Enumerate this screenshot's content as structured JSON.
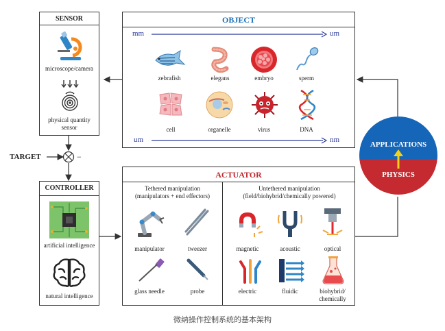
{
  "sensor": {
    "title": "SENSOR",
    "microscope_label": "microscope/camera",
    "physical_label_1": "physical quantity",
    "physical_label_2": "sensor"
  },
  "object": {
    "title": "OBJECT",
    "scale_top_from": "mm",
    "scale_top_to": "um",
    "scale_bottom_from": "um",
    "scale_bottom_to": "nm",
    "items": [
      {
        "label": "zebrafish",
        "icon": "zebrafish-icon"
      },
      {
        "label": "elegans",
        "icon": "worm-icon"
      },
      {
        "label": "embryo",
        "icon": "embryo-icon"
      },
      {
        "label": "sperm",
        "icon": "sperm-icon"
      },
      {
        "label": "cell",
        "icon": "cell-icon"
      },
      {
        "label": "organelle",
        "icon": "organelle-icon"
      },
      {
        "label": "virus",
        "icon": "virus-icon"
      },
      {
        "label": "DNA",
        "icon": "dna-icon"
      }
    ]
  },
  "target_label": "TARGET",
  "minus_sign": "−",
  "controller": {
    "title": "CONTROLLER",
    "ai_label": "artificial intelligence",
    "ni_label": "natural intelligence"
  },
  "actuator": {
    "title": "ACTUATOR",
    "tethered_1": "Tethered manipulation",
    "tethered_2": "(manipulators + end effectors)",
    "untethered_1": "Untethered manipulation",
    "untethered_2": "(field/biohybrid/chemically powered)",
    "tethered_items": [
      {
        "label": "manipulator",
        "icon": "robot-arm-icon"
      },
      {
        "label": "tweezer",
        "icon": "tweezer-icon"
      },
      {
        "label": "glass needle",
        "icon": "needle-icon"
      },
      {
        "label": "probe",
        "icon": "probe-icon"
      }
    ],
    "untethered_items": [
      {
        "label": "magnetic",
        "icon": "magnet-icon"
      },
      {
        "label": "acoustic",
        "icon": "tuning-fork-icon"
      },
      {
        "label": "optical",
        "icon": "laser-icon"
      },
      {
        "label": "electric",
        "icon": "electric-icon"
      },
      {
        "label": "fluidic",
        "icon": "flow-icon"
      },
      {
        "label": "biohybrid/",
        "label2": "chemically",
        "icon": "flask-icon"
      }
    ]
  },
  "circle": {
    "top_label": "APPLICATIONS",
    "bottom_label": "PHYSICS"
  },
  "caption": "微纳操作控制系统的基本架构",
  "colors": {
    "object_title": "#1a6fb5",
    "actuator_title": "#c0282d",
    "circle_top": "#1565b8",
    "circle_bottom": "#c42a2f",
    "circle_arrow": "#f2d01c",
    "scale_arrow": "#2a3a9a"
  }
}
